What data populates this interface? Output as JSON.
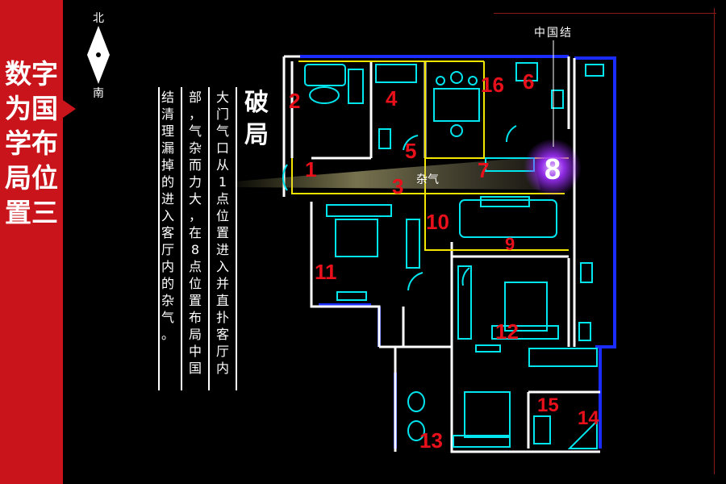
{
  "sidebar": {
    "title": "数字为国学布局位置三"
  },
  "compass": {
    "north": "北",
    "south": "南"
  },
  "heading": "破局",
  "description": {
    "col1": "大门气口从1点位置进入并直扑客厅内",
    "col2": "部，气杂而力大，在8点位置布局中国",
    "col3": "结清理漏掉的进入客厅内的杂气。"
  },
  "callout_label": "中国结",
  "airflow_label": "杂气",
  "highlight_number": "8",
  "positions": [
    "1",
    "2",
    "3",
    "4",
    "5",
    "6",
    "7",
    "9",
    "10",
    "11",
    "12",
    "13",
    "14",
    "15",
    "16"
  ],
  "colors": {
    "sidebar": "#c8141a",
    "label": "#e8101a",
    "wall": "#ffffff",
    "furniture": "#00e5ee",
    "glass": "#1a2cff",
    "highlight": "#f2e600",
    "glow": "#a030ff"
  }
}
